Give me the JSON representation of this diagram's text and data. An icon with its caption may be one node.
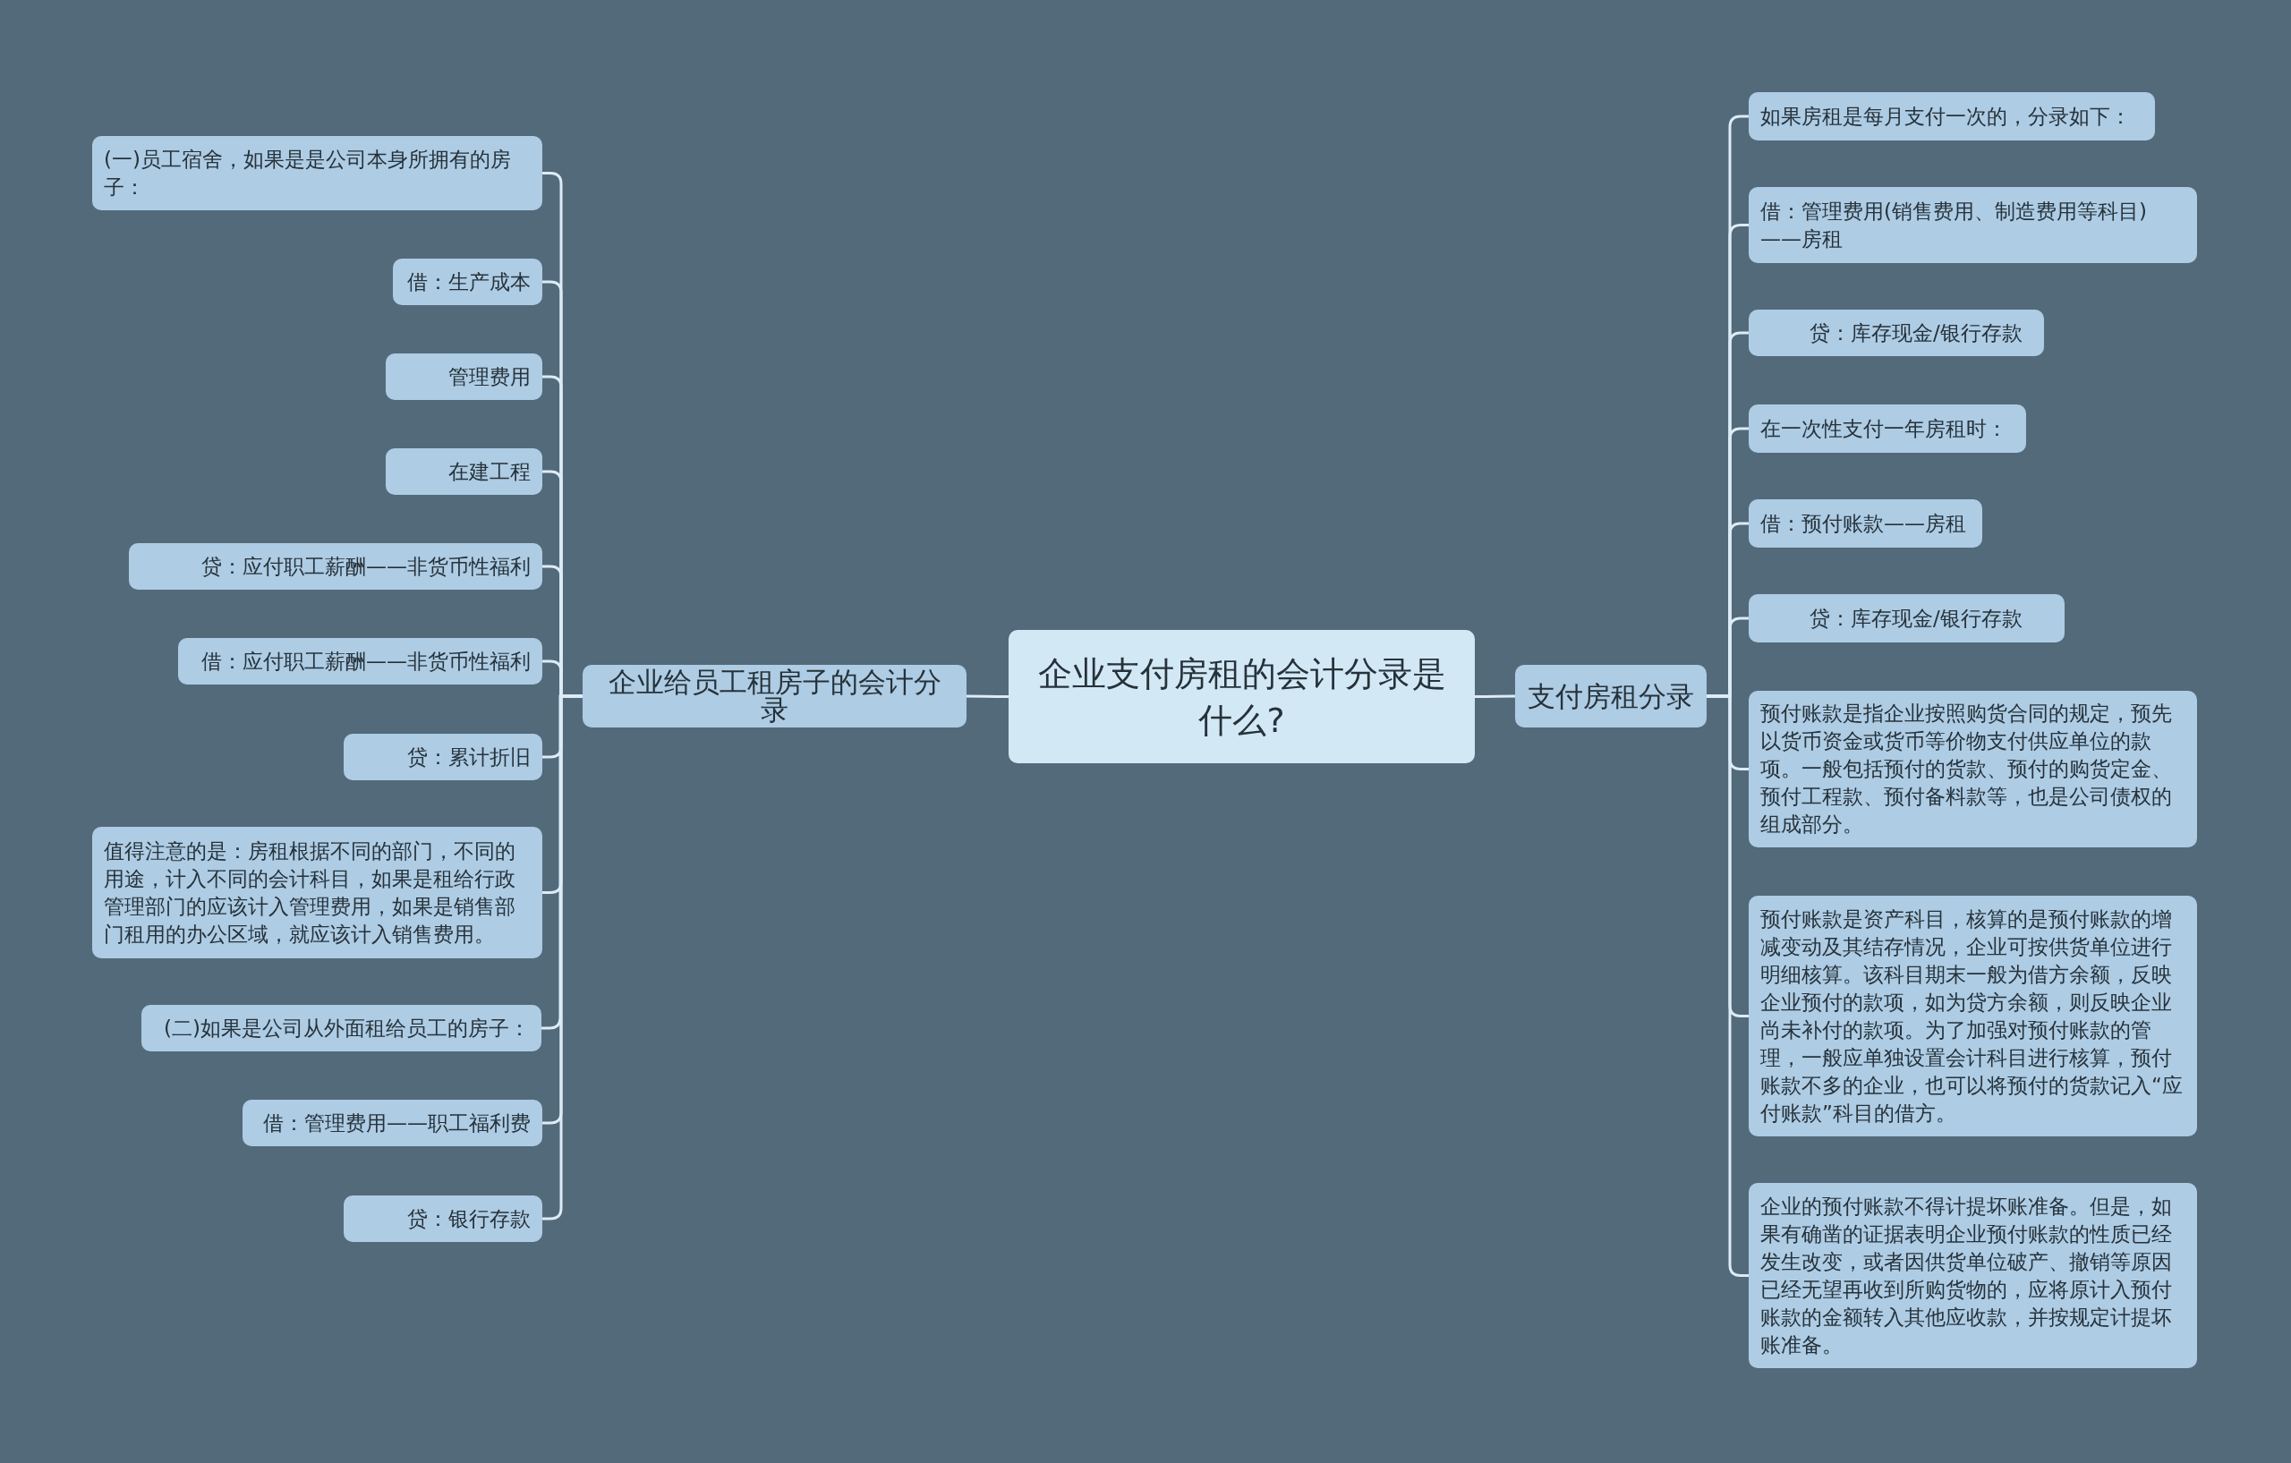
{
  "diagram": {
    "nodes": [
      {
        "text": [
          "企业支付房租的会计分录是什么?"
        ]
      },
      {
        "text": [
          "企业给员工租房子的会计分录"
        ]
      },
      {
        "text": [
          "(一)员工宿舍，如果是是公司本身所拥有的房子："
        ]
      },
      {
        "text": [
          "借：生产成本"
        ]
      },
      {
        "text": [
          "管理费用"
        ]
      },
      {
        "text": [
          "在建工程"
        ]
      },
      {
        "text": [
          "贷：应付职工薪酬——非货币性福利"
        ]
      },
      {
        "text": [
          "借：应付职工薪酬——非货币性福利"
        ]
      },
      {
        "text": [
          "贷：累计折旧"
        ]
      },
      {
        "text": [
          "值得注意的是：房租根据不同的部门，不同的用途，计入不同的会计科目，如果是租给行政管理部门的应该计入管理费用，如果是销售部门租用的办公区域，就应该计入销售费用。"
        ]
      },
      {
        "text": [
          "(二)如果是公司从外面租给员工的房子："
        ]
      },
      {
        "text": [
          "借：管理费用——职工福利费"
        ]
      },
      {
        "text": [
          "贷：银行存款"
        ]
      },
      {
        "text": [
          "支付房租分录"
        ]
      },
      {
        "text": [
          "如果房租是每月支付一次的，分录如下："
        ]
      },
      {
        "text": [
          "借：管理费用(销售费用、制造费用等科目)——房租"
        ]
      },
      {
        "text": [
          "贷：库存现金/银行存款"
        ]
      },
      {
        "text": [
          "在一次性支付一年房租时："
        ]
      },
      {
        "text": [
          "借：预付账款——房租"
        ]
      },
      {
        "text": [
          "贷：库存现金/银行存款"
        ]
      },
      {
        "text": [
          "预付账款是指企业按照购货合同的规定，预先以货币资金或货币等价物支付供应单位的款项。一般包括预付的货款、预付的购货定金、预付工程款、预付备料款等，也是公司债权的组成部分。"
        ]
      },
      {
        "text": [
          "预付账款是资产科目，核算的是预付账款的增减变动及其结存情况，企业可按供货单位进行明细核算。该科目期末一般为借方余额，反映企业预付的款项，如为贷方余额，则反映企业尚未补付的款项。为了加强对预付账款的管理，一般应单独设置会计科目进行核算，预付账款不多的企业，也可以将预付的货款记入“应付账款”科目的借方。"
        ]
      },
      {
        "text": [
          "企业的预付账款不得计提坏账准备。但是，如果有确凿的证据表明企业预付账款的性质已经发生改变，或者因供货单位破产、撤销等原因已经无望再收到所购货物的，应将原计入预付账款的金额转入其他应收款，并按规定计提坏账准备。"
        ]
      }
    ],
    "edges": [
      {
        "from": 0,
        "to": 1,
        "arrow": "none"
      },
      {
        "from": 1,
        "to": 2,
        "arrow": "none"
      },
      {
        "from": 1,
        "to": 3,
        "arrow": "none"
      },
      {
        "from": 1,
        "to": 4,
        "arrow": "none"
      },
      {
        "from": 1,
        "to": 5,
        "arrow": "none"
      },
      {
        "from": 1,
        "to": 6,
        "arrow": "none"
      },
      {
        "from": 1,
        "to": 7,
        "arrow": "none"
      },
      {
        "from": 1,
        "to": 8,
        "arrow": "none"
      },
      {
        "from": 1,
        "to": 9,
        "arrow": "none"
      },
      {
        "from": 1,
        "to": 10,
        "arrow": "none"
      },
      {
        "from": 1,
        "to": 11,
        "arrow": "none"
      },
      {
        "from": 1,
        "to": 12,
        "arrow": "none"
      },
      {
        "from": 0,
        "to": 13,
        "arrow": "none"
      },
      {
        "from": 13,
        "to": 14,
        "arrow": "none"
      },
      {
        "from": 13,
        "to": 15,
        "arrow": "none"
      },
      {
        "from": 13,
        "to": 16,
        "arrow": "none"
      },
      {
        "from": 13,
        "to": 17,
        "arrow": "none"
      },
      {
        "from": 13,
        "to": 18,
        "arrow": "none"
      },
      {
        "from": 13,
        "to": 19,
        "arrow": "none"
      },
      {
        "from": 13,
        "to": 20,
        "arrow": "none"
      },
      {
        "from": 13,
        "to": 21,
        "arrow": "none"
      },
      {
        "from": 13,
        "to": 22,
        "arrow": "none"
      }
    ]
  }
}
